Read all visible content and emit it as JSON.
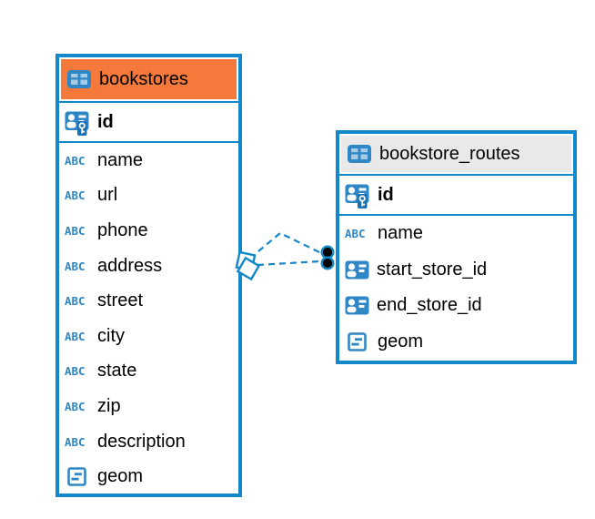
{
  "diagram": {
    "background": "#FFFFFF",
    "accent_blue": "#1287C9",
    "icon_labels": {
      "text": "ABC"
    },
    "tables": [
      {
        "name": "bookstores",
        "header_color": "#F5793B",
        "primary_key": {
          "name": "id",
          "icon": "person-key-icon"
        },
        "columns": [
          {
            "name": "name",
            "type": "text",
            "icon": "abc-icon"
          },
          {
            "name": "url",
            "type": "text",
            "icon": "abc-icon"
          },
          {
            "name": "phone",
            "type": "text",
            "icon": "abc-icon"
          },
          {
            "name": "address",
            "type": "text",
            "icon": "abc-icon"
          },
          {
            "name": "street",
            "type": "text",
            "icon": "abc-icon"
          },
          {
            "name": "city",
            "type": "text",
            "icon": "abc-icon"
          },
          {
            "name": "state",
            "type": "text",
            "icon": "abc-icon"
          },
          {
            "name": "zip",
            "type": "text",
            "icon": "abc-icon"
          },
          {
            "name": "description",
            "type": "text",
            "icon": "abc-icon"
          },
          {
            "name": "geom",
            "type": "object",
            "icon": "object-icon"
          }
        ]
      },
      {
        "name": "bookstore_routes",
        "header_color": "#E9E9E9",
        "primary_key": {
          "name": "id",
          "icon": "person-key-icon"
        },
        "columns": [
          {
            "name": "name",
            "type": "text",
            "icon": "abc-icon"
          },
          {
            "name": "start_store_id",
            "type": "reference",
            "icon": "person-icon"
          },
          {
            "name": "end_store_id",
            "type": "reference",
            "icon": "person-icon"
          },
          {
            "name": "geom",
            "type": "object",
            "icon": "object-icon"
          }
        ]
      }
    ],
    "relationships": [
      {
        "from": "bookstores",
        "to": "bookstore_routes",
        "line_style": "dashed",
        "from_marker": "diamond",
        "to_marker": "filled-dot"
      },
      {
        "from": "bookstores",
        "to": "bookstore_routes",
        "line_style": "dashed",
        "from_marker": "diamond",
        "to_marker": "filled-dot"
      }
    ]
  }
}
